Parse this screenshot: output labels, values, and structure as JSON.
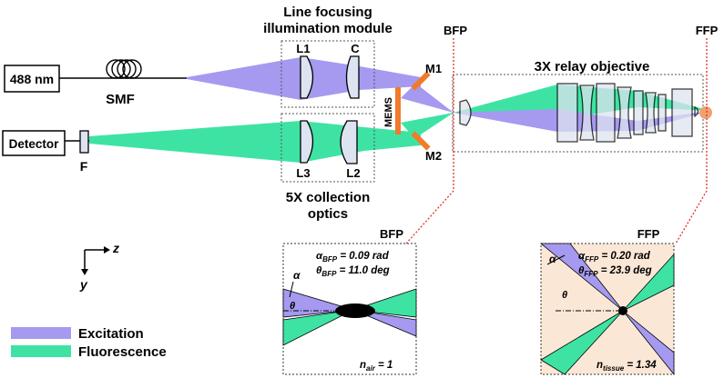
{
  "labels": {
    "laser": "488 nm",
    "smf": "SMF",
    "detector": "Detector",
    "filter": "F",
    "module_line1": "Line focusing",
    "module_line2": "illumination module",
    "collection_line1": "5X collection",
    "collection_line2": "optics",
    "relay": "3X relay objective",
    "bfp": "BFP",
    "ffp": "FFP",
    "mems": "MEMS",
    "l1": "L1",
    "c": "C",
    "l3": "L3",
    "l2": "L2",
    "m1": "M1",
    "m2": "M2",
    "axis_z": "z",
    "axis_y": "y",
    "alpha": "α",
    "theta": "θ"
  },
  "insets": {
    "bfp": {
      "title": "BFP",
      "alpha_sym": "α",
      "alpha_sub": "BFP",
      "alpha_val": " = 0.09  rad",
      "theta_sym": "θ",
      "theta_sub": "BFP",
      "theta_val": " = 11.0  deg",
      "n_sym": "n",
      "n_sub": "air",
      "n_val": " = 1"
    },
    "ffp": {
      "title": "FFP",
      "alpha_sym": "α",
      "alpha_sub": "FFP",
      "alpha_val": " = 0.20  rad",
      "theta_sym": "θ",
      "theta_sub": "FFP",
      "theta_val": " = 23.9  deg",
      "n_sym": "n",
      "n_sub": "tissue",
      "n_val": " = 1.34"
    }
  },
  "legend": [
    {
      "label": "Excitation",
      "color": "#a59af0"
    },
    {
      "label": "Fluorescence",
      "color": "#3ee3a3"
    }
  ],
  "colors": {
    "excitation": "#a59af0",
    "fluorescence": "#3ee3a3",
    "mirror": "#f07b2a",
    "lens_fill": "#dde3f0",
    "focal_dot": "#f3a070",
    "ffp_bg": "#fbe7d6",
    "guide": "#e0302a"
  }
}
